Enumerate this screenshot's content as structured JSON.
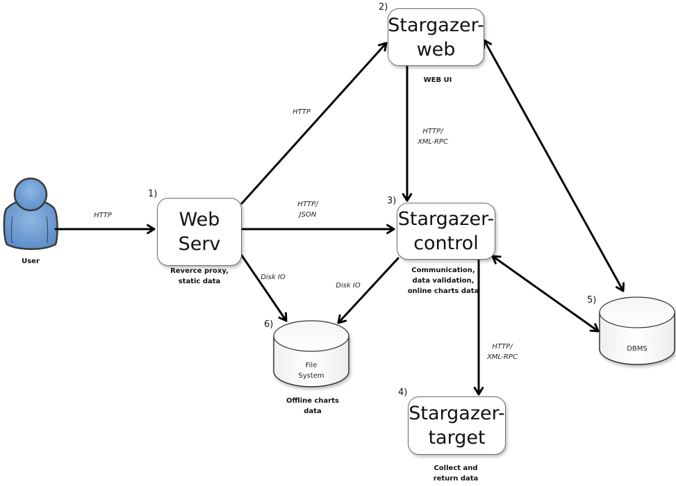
{
  "diagram": {
    "nodes": {
      "user": {
        "label": "User"
      },
      "web_serv": {
        "number": "1)",
        "title": "Web\nServ",
        "description": "Reverce proxy,\nstatic data"
      },
      "stargazer_web": {
        "number": "2)",
        "title": "Stargazer-\nweb",
        "description": "WEB UI"
      },
      "stargazer_control": {
        "number": "3)",
        "title": "Stargazer-\ncontrol",
        "description": "Communication,\ndata validation,\nonline charts data"
      },
      "stargazer_target": {
        "number": "4)",
        "title": "Stargazer-\ntarget",
        "description": "Collect and\nreturn data"
      },
      "dbms": {
        "number": "5)",
        "title": "DBMS"
      },
      "file_system": {
        "number": "6)",
        "title": "File\nSystem",
        "description": "Offline charts\ndata"
      }
    },
    "edges": [
      {
        "from": "user",
        "to": "web_serv",
        "label": "HTTP",
        "direction": "forward"
      },
      {
        "from": "web_serv",
        "to": "stargazer_web",
        "label": "HTTP",
        "direction": "forward"
      },
      {
        "from": "web_serv",
        "to": "stargazer_control",
        "label": "HTTP/\nJSON",
        "direction": "forward"
      },
      {
        "from": "stargazer_web",
        "to": "stargazer_control",
        "label": "HTTP/\nXML-RPC",
        "direction": "forward"
      },
      {
        "from": "web_serv",
        "to": "file_system",
        "label": "Disk IO",
        "direction": "forward"
      },
      {
        "from": "stargazer_control",
        "to": "file_system",
        "label": "Disk IO",
        "direction": "forward"
      },
      {
        "from": "stargazer_control",
        "to": "stargazer_target",
        "label": "HTTP/\nXML-RPC",
        "direction": "forward"
      },
      {
        "from": "stargazer_web",
        "to": "dbms",
        "label": "",
        "direction": "both"
      },
      {
        "from": "stargazer_control",
        "to": "dbms",
        "label": "",
        "direction": "both"
      }
    ],
    "colors": {
      "user_fill": "#6a9bd1",
      "user_stroke": "#3a3a3a",
      "line": "#000000",
      "box_border": "#6b6b6b"
    }
  }
}
